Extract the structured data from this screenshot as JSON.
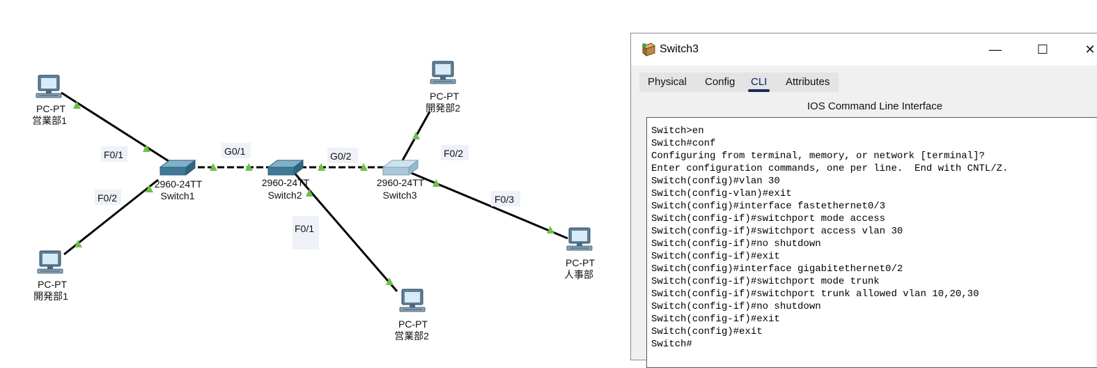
{
  "topology": {
    "devices": [
      {
        "id": "pc-eigyo1",
        "type": "PC-PT",
        "name": "営業部1"
      },
      {
        "id": "pc-kaihatsu1",
        "type": "PC-PT",
        "name": "開発部1"
      },
      {
        "id": "pc-eigyo2",
        "type": "PC-PT",
        "name": "営業部2"
      },
      {
        "id": "pc-kaihatsu2",
        "type": "PC-PT",
        "name": "開発部2"
      },
      {
        "id": "pc-jinji",
        "type": "PC-PT",
        "name": "人事部"
      },
      {
        "id": "switch1",
        "type": "2960-24TT",
        "name": "Switch1"
      },
      {
        "id": "switch2",
        "type": "2960-24TT",
        "name": "Switch2"
      },
      {
        "id": "switch3",
        "type": "2960-24TT",
        "name": "Switch3"
      }
    ],
    "port_labels": {
      "sw1_f01": "F0/1",
      "sw1_f02": "F0/2",
      "sw1_g01": "G0/1",
      "sw2_g02": "G0/2",
      "sw2_f01": "F0/1",
      "sw3_f02": "F0/2",
      "sw3_f03": "F0/3"
    },
    "link_light_color": "#6cc04a"
  },
  "window": {
    "title": "Switch3",
    "controls": {
      "minimize": "—",
      "maximize": "☐",
      "close": "✕"
    },
    "tabs": [
      "Physical",
      "Config",
      "CLI",
      "Attributes"
    ],
    "active_tab": "CLI",
    "cli_heading": "IOS Command Line Interface",
    "cli_lines": [
      "Switch>en",
      "Switch#conf",
      "Configuring from terminal, memory, or network [terminal]?",
      "Enter configuration commands, one per line.  End with CNTL/Z.",
      "Switch(config)#vlan 30",
      "Switch(config-vlan)#exit",
      "Switch(config)#interface fastethernet0/3",
      "Switch(config-if)#switchport mode access",
      "Switch(config-if)#switchport access vlan 30",
      "Switch(config-if)#no shutdown",
      "Switch(config-if)#exit",
      "Switch(config)#interface gigabitethernet0/2",
      "Switch(config-if)#switchport mode trunk",
      "Switch(config-if)#switchport trunk allowed vlan 10,20,30",
      "Switch(config-if)#no shutdown",
      "Switch(config-if)#exit",
      "Switch(config)#exit",
      "Switch#"
    ]
  }
}
